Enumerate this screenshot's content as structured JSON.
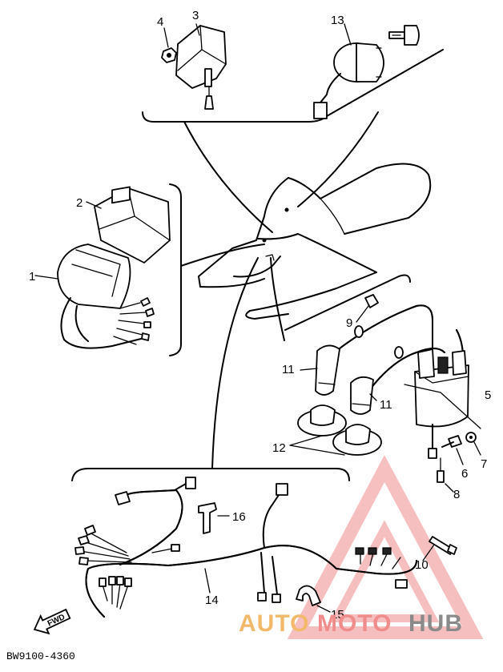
{
  "diagram": {
    "caption": "BW9100-4360",
    "forward_label": "FWD",
    "watermark": {
      "auto": "AUTO",
      "moto": "MOTO",
      "hub": "HUB",
      "color_auto": "#f2b96b",
      "color_moto": "#f08c8c",
      "color_hub": "#8a8a8a"
    },
    "callouts": [
      "1",
      "2",
      "3",
      "4",
      "5",
      "6",
      "7",
      "8",
      "9",
      "11",
      "11",
      "12",
      "13",
      "14",
      "15",
      "16",
      "10"
    ]
  }
}
